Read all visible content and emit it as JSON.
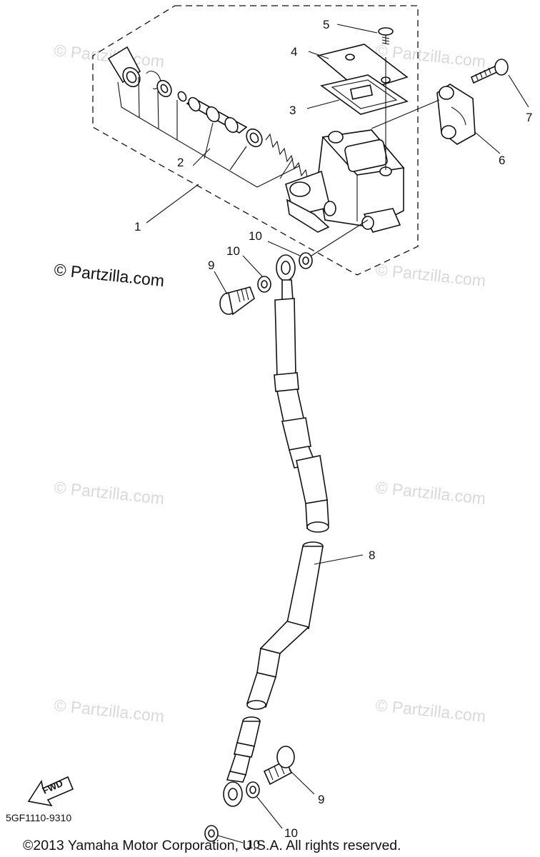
{
  "watermarks": {
    "brand": "© Partzilla.com"
  },
  "callouts": {
    "c1": "1",
    "c2": "2",
    "c3": "3",
    "c4": "4",
    "c5": "5",
    "c6": "6",
    "c7": "7",
    "c8": "8",
    "c9_top": "9",
    "c9_bottom": "9",
    "c10_a": "10",
    "c10_b": "10",
    "c10_c": "10",
    "c10_d": "10"
  },
  "direction_arrow": {
    "label": "FWD"
  },
  "footer": {
    "diagram_code": "5GF1110-9310",
    "copyright": "©2013  Yamaha Motor Corporation, U.S.A. All rights reserved."
  }
}
